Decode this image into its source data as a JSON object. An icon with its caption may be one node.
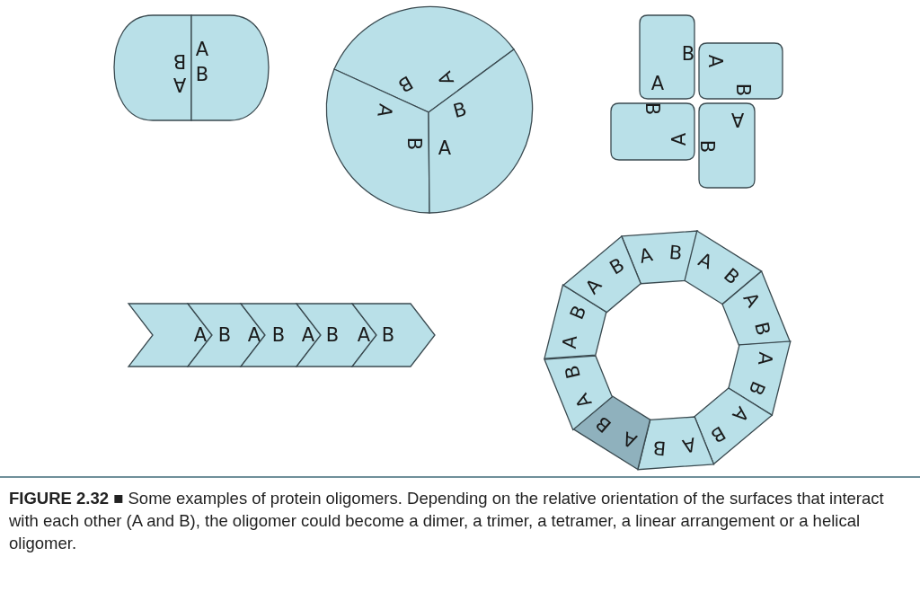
{
  "diagram": {
    "caption": "**FIGURE 2.32** ■ Some examples of protein oligomers. Depending on the relative orientation of the surfaces that interact with each other (A and B), the oligomer could become a dimer, a trimer, a tetramer, a linear arrangement or a helical oligomer.",
    "nodes": [
      {
        "text": [
          "B",
          "A"
        ]
      },
      {
        "text": [
          "A",
          "B"
        ]
      },
      {
        "text": [
          "B",
          "A"
        ]
      },
      {
        "text": [
          "A",
          "B"
        ]
      },
      {
        "text": [
          "B",
          "A"
        ]
      },
      {
        "text": [
          "B",
          "A"
        ]
      },
      {
        "text": [
          "A",
          "B"
        ]
      },
      {
        "text": [
          "B",
          "A"
        ]
      },
      {
        "text": [
          "A",
          "B"
        ]
      },
      {
        "text": [
          "A"
        ]
      },
      {
        "text": [
          "B",
          "A"
        ]
      },
      {
        "text": [
          "B",
          "A"
        ]
      },
      {
        "text": [
          "B",
          "A"
        ]
      },
      {
        "text": [
          "B"
        ]
      },
      {
        "text": [
          "A",
          "B"
        ]
      },
      {
        "text": [
          "A",
          "B"
        ]
      },
      {
        "text": [
          "A",
          "B"
        ]
      },
      {
        "text": [
          "A",
          "B"
        ]
      },
      {
        "text": [
          "A",
          "B"
        ]
      },
      {
        "text": [
          "A",
          "B"
        ]
      },
      {
        "text": [
          "A",
          "B"
        ]
      },
      {
        "text": [
          "A",
          "B"
        ]
      },
      {
        "text": [
          "A",
          "B"
        ]
      },
      {
        "text": [
          "A",
          "B"
        ]
      }
    ]
  }
}
